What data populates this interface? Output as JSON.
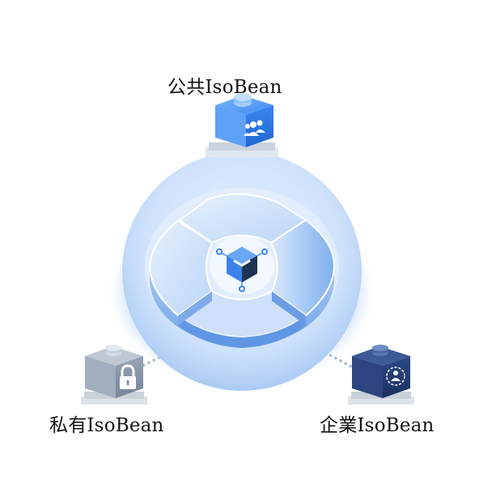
{
  "nodes": {
    "public": {
      "label": "公共IsoBean",
      "color": "#2f7fe6",
      "icon": "users-icon"
    },
    "private": {
      "label": "私有IsoBean",
      "color": "#8b97a8",
      "icon": "lock-icon"
    },
    "enterprise": {
      "label": "企業IsoBean",
      "color": "#23396b",
      "icon": "person-target-icon"
    }
  },
  "hub": {
    "icon": "cube-logo-icon",
    "accent": "#4a8ff0"
  }
}
